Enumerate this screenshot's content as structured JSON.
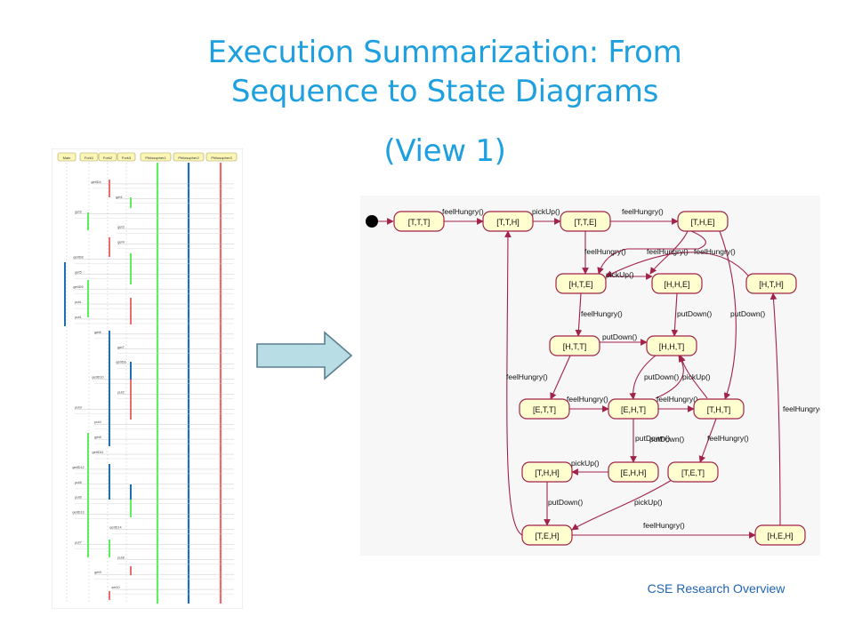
{
  "slide": {
    "title_line1": "Execution Summarization: From",
    "title_line2": "Sequence to State Diagrams",
    "title_line3": "(View 1)",
    "footer": "CSE Research Overview",
    "colors": {
      "title": "#1ea0e0",
      "footer": "#1f63b4",
      "arrow_fill": "#b9dde4",
      "edge": "#a1234a",
      "node_fill": "#fefecf"
    }
  },
  "sequence": {
    "participants": [
      "Main",
      "Fork1",
      "Fork2",
      "Fork3",
      "Philosopher1",
      "Philosopher2",
      "Philosopher3"
    ],
    "messages": [
      "getID4",
      "get1",
      "get2",
      "get3",
      "get4",
      "getID8",
      "get5",
      "getID5",
      "putL",
      "put1",
      "get6",
      "get7",
      "getID6",
      "getID10",
      "put2",
      "put3",
      "put4",
      "get8",
      "getID11",
      "getID12",
      "put5",
      "put6",
      "getID13",
      "getID14",
      "put7",
      "put8",
      "get9",
      "set10"
    ]
  },
  "states": {
    "nodes": [
      "[T,T,T]",
      "[T,T,H]",
      "[T,T,E]",
      "[T,H,E]",
      "[H,T,E]",
      "[H,H,E]",
      "[H,T,H]",
      "[H,T,T]",
      "[H,H,T]",
      "[E,T,T]",
      "[E,H,T]",
      "[T,H,T]",
      "[T,H,H]",
      "[E,H,H]",
      "[T,E,T]",
      "[T,E,H]",
      "[H,E,H]"
    ],
    "edge_labels": [
      "feelHungry()",
      "pickUp()",
      "feelHungry()",
      "feelHungry()",
      "feelHungry()",
      "feelHungry()",
      "pickUp()",
      "feelHungry()",
      "putDown()",
      "putDown()",
      "putDown()",
      "feelHungry()",
      "putDown()",
      "pickUp()",
      "feelHungry()",
      "feelHungry()",
      "putDown()",
      "feelHungry()",
      "pickUp()",
      "putDown()",
      "pickUp()",
      "feelHungry()",
      "feelHungry()",
      "putDown()"
    ]
  }
}
